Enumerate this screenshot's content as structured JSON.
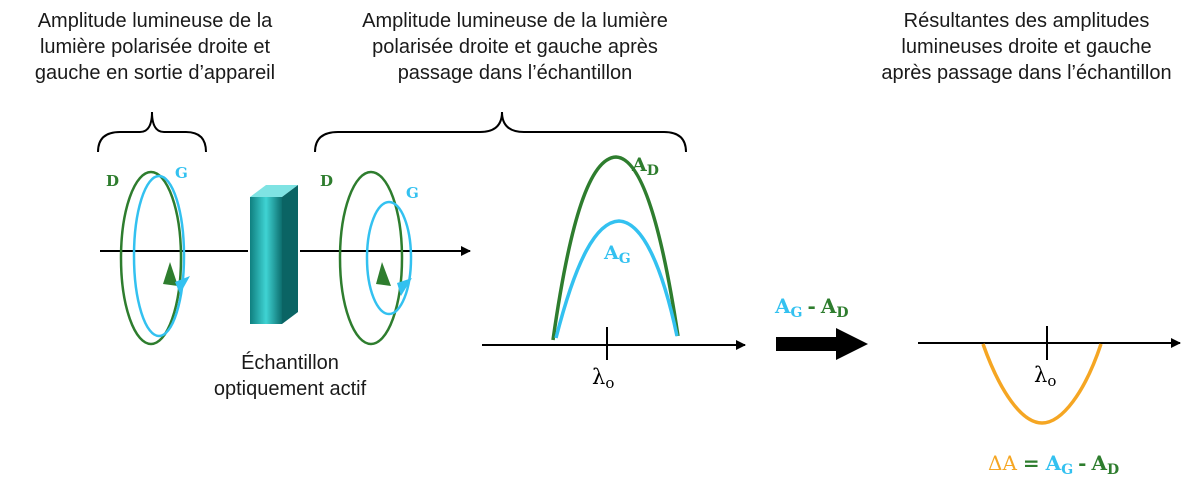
{
  "captions": {
    "left": "Amplitude lumineuse de la\nlumière polarisée droite et\ngauche en sortie d’appareil",
    "middle": "Amplitude lumineuse de la lumière\npolarisée droite et gauche après\npassage dans l’échantillon",
    "right": "Résultantes des amplitudes\nlumineuses droite et gauche\naprès passage dans l’échantillon",
    "sample": "Échantillon\noptiquement actif"
  },
  "labels": {
    "d1": "D",
    "g1": "G",
    "d2": "D",
    "g2": "G",
    "a_letter": "A",
    "sub_d": "D",
    "sub_g": "G",
    "lambda": "λ",
    "lambda_sub": "o",
    "minus": "-",
    "delta_a": "ΔA",
    "equals": "="
  },
  "colors": {
    "green": "#2e7d2e",
    "cyan": "#33c1f0",
    "orange": "#f5a623",
    "teal": "#1aa3a3",
    "black": "#000000"
  }
}
